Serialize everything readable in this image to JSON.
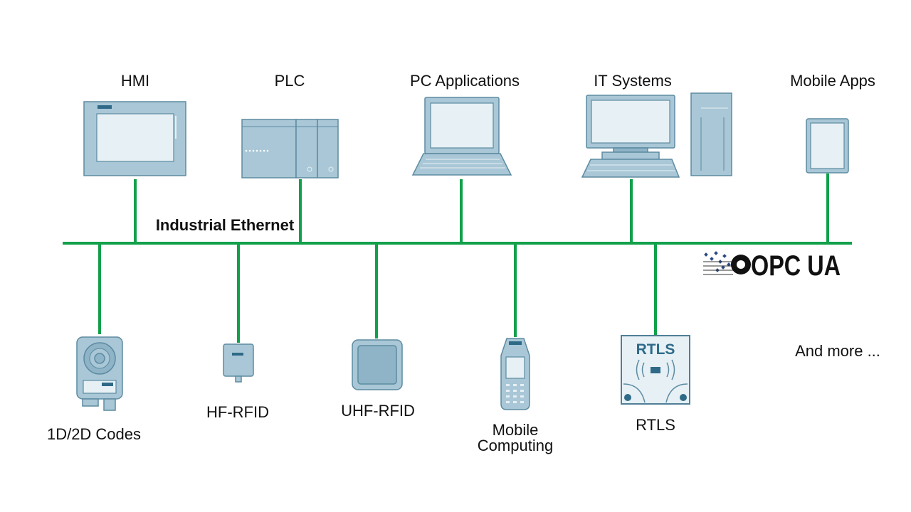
{
  "bus_label": "Industrial Ethernet",
  "top_devices": [
    {
      "id": "hmi",
      "label": "HMI",
      "icon": "hmi-panel-icon"
    },
    {
      "id": "plc",
      "label": "PLC",
      "icon": "plc-controller-icon"
    },
    {
      "id": "pc",
      "label": "PC Applications",
      "icon": "laptop-icon"
    },
    {
      "id": "it",
      "label": "IT Systems",
      "icon": "desktop-server-icon"
    },
    {
      "id": "mobile",
      "label": "Mobile Apps",
      "icon": "tablet-icon"
    }
  ],
  "bottom_devices": [
    {
      "id": "codes",
      "label": "1D/2D Codes",
      "icon": "code-reader-camera-icon"
    },
    {
      "id": "hf",
      "label": "HF-RFID",
      "icon": "hf-rfid-reader-icon"
    },
    {
      "id": "uhf",
      "label": "UHF-RFID",
      "icon": "uhf-rfid-antenna-icon"
    },
    {
      "id": "mc",
      "label_lines": [
        "Mobile",
        "Computing"
      ],
      "icon": "handheld-terminal-icon"
    },
    {
      "id": "rtls",
      "label": "RTLS",
      "icon": "rtls-device-icon",
      "device_text": "RTLS"
    }
  ],
  "more_label": "And more ...",
  "logo": {
    "text": "OPC UA",
    "icon": "opc-ua-logo-icon"
  },
  "colors": {
    "wire": "#12a04a",
    "device": "#a9c7d6",
    "device_stroke": "#5d8ba1",
    "screen": "#e6f0f5"
  }
}
